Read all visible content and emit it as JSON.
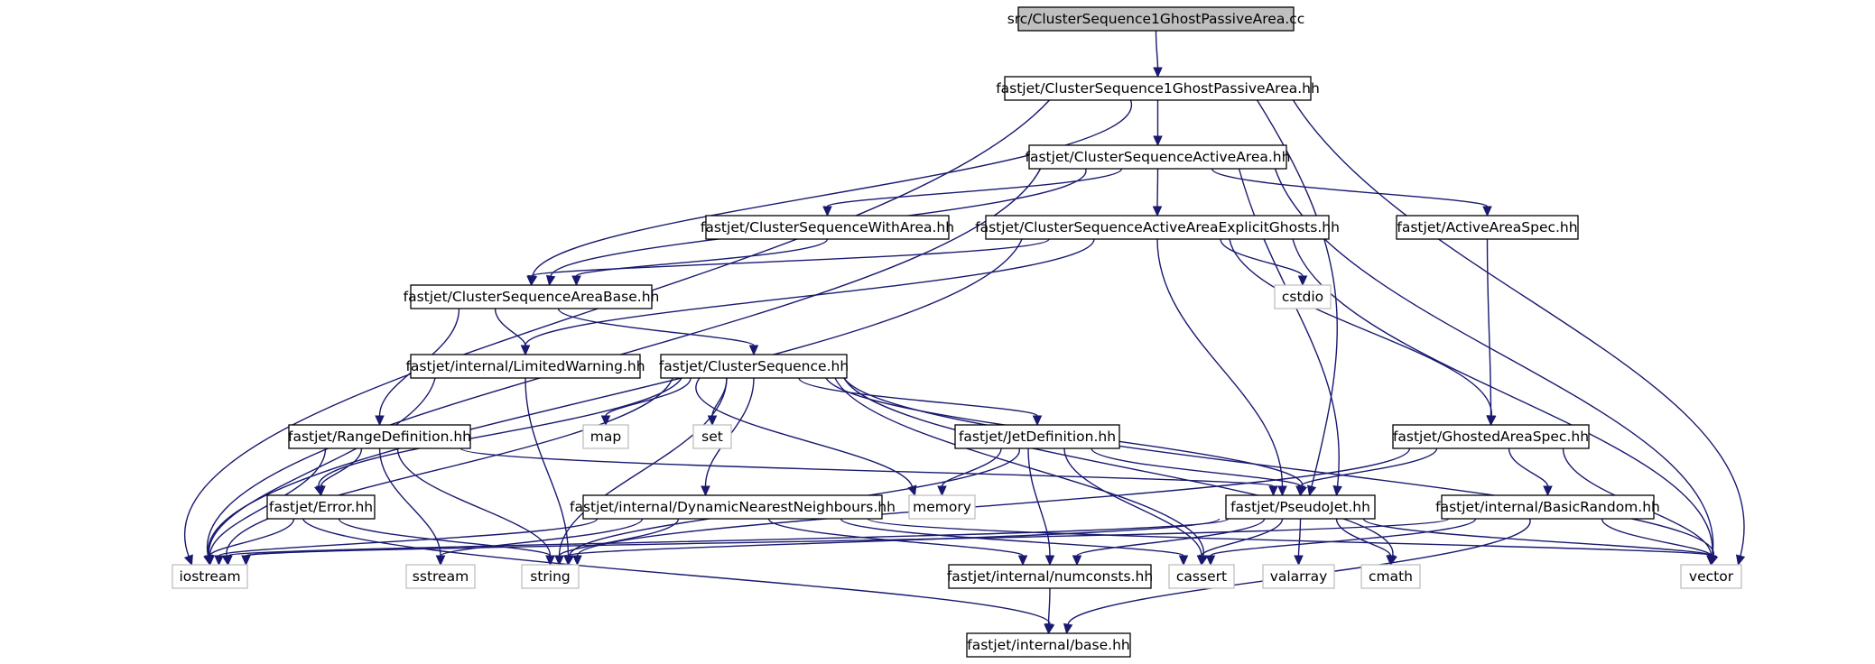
{
  "title": "src/ClusterSequence1GhostPassiveArea.cc",
  "nodes": {
    "src_cc": "src/ClusterSequence1GhostPassiveArea.cc",
    "cs1gpa": "fastjet/ClusterSequence1GhostPassiveArea.hh",
    "csaa": "fastjet/ClusterSequenceActiveArea.hh",
    "cswa": "fastjet/ClusterSequenceWithArea.hh",
    "csaaeg": "fastjet/ClusterSequenceActiveAreaExplicitGhosts.hh",
    "aas": "fastjet/ActiveAreaSpec.hh",
    "csab": "fastjet/ClusterSequenceAreaBase.hh",
    "cstdio": "cstdio",
    "lw": "fastjet/internal/LimitedWarning.hh",
    "cs": "fastjet/ClusterSequence.hh",
    "map": "map",
    "set": "set",
    "rd": "fastjet/RangeDefinition.hh",
    "jd": "fastjet/JetDefinition.hh",
    "gas": "fastjet/GhostedAreaSpec.hh",
    "memory": "memory",
    "err": "fastjet/Error.hh",
    "dnn": "fastjet/internal/DynamicNearestNeighbours.hh",
    "pj": "fastjet/PseudoJet.hh",
    "br": "fastjet/internal/BasicRandom.hh",
    "iostream": "iostream",
    "sstream": "sstream",
    "string": "string",
    "numconsts": "fastjet/internal/numconsts.hh",
    "cassert": "cassert",
    "valarray": "valarray",
    "cmath": "cmath",
    "vector": "vector",
    "base": "fastjet/internal/base.hh"
  }
}
